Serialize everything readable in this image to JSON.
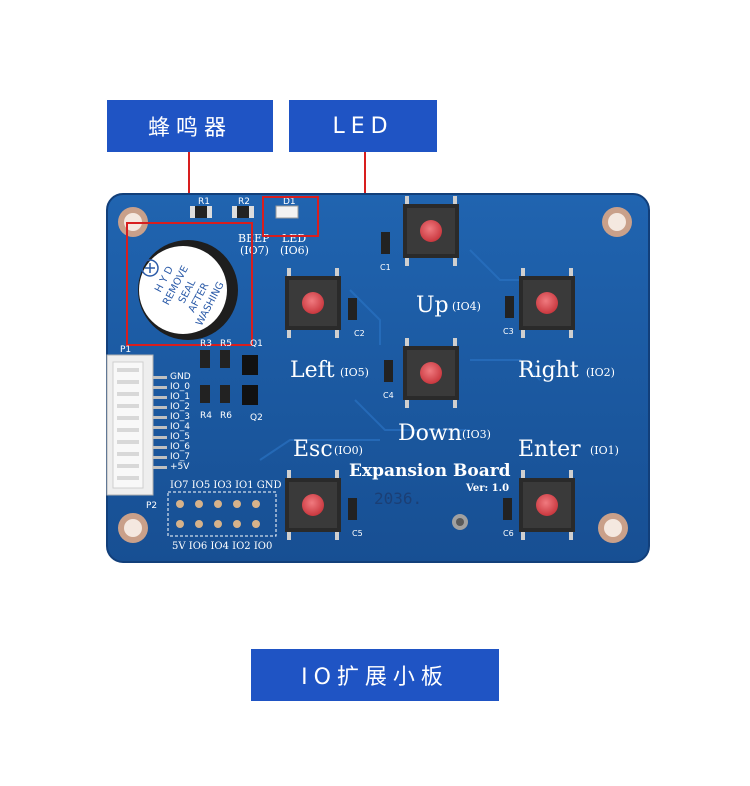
{
  "labels": {
    "buzzer": "蜂鸣器",
    "led": "LED",
    "board_title": "IO扩展小板"
  },
  "silkscreen": {
    "r1": "R1",
    "r2": "R2",
    "d1": "D1",
    "beep": "BEEP",
    "io7": "(IO7)",
    "led": "LED",
    "io6": "(IO6)",
    "buzzer_seal": [
      "H Y D",
      "REMOVE",
      "SEAL",
      "AFTER",
      "WASHING"
    ],
    "c1": "C1",
    "c2": "C2",
    "c3": "C3",
    "c4": "C4",
    "c5": "C5",
    "c6": "C6",
    "p1": "P1",
    "p2": "P2",
    "r3": "R3",
    "r4": "R4",
    "r5": "R5",
    "r6": "R6",
    "q1": "Q1",
    "q2": "Q2",
    "pins": [
      "GND",
      "IO_0",
      "IO_1",
      "IO_2",
      "IO_3",
      "IO_4",
      "IO_5",
      "IO_6",
      "IO_7",
      "+5V"
    ],
    "header_top": "IO7 IO5 IO3 IO1 GND",
    "header_bottom": "5V IO6 IO4 IO2 IO0",
    "btn_up": "Up",
    "btn_up_io": "(IO4)",
    "btn_left": "Left",
    "btn_left_io": "(IO5)",
    "btn_right": "Right",
    "btn_right_io": "(IO2)",
    "btn_down": "Down",
    "btn_down_io": "(IO3)",
    "btn_esc": "Esc",
    "btn_esc_io": "(IO0)",
    "btn_enter": "Enter",
    "btn_enter_io": "(IO1)",
    "board_name": "Expansion Board",
    "version": "Ver: 1.0",
    "date_code": "2036."
  },
  "colors": {
    "label_bg": "#1f54c4",
    "pcb": "#1b5ea8",
    "highlight_box": "#d81e1e",
    "button_cap": "#e0545a"
  }
}
